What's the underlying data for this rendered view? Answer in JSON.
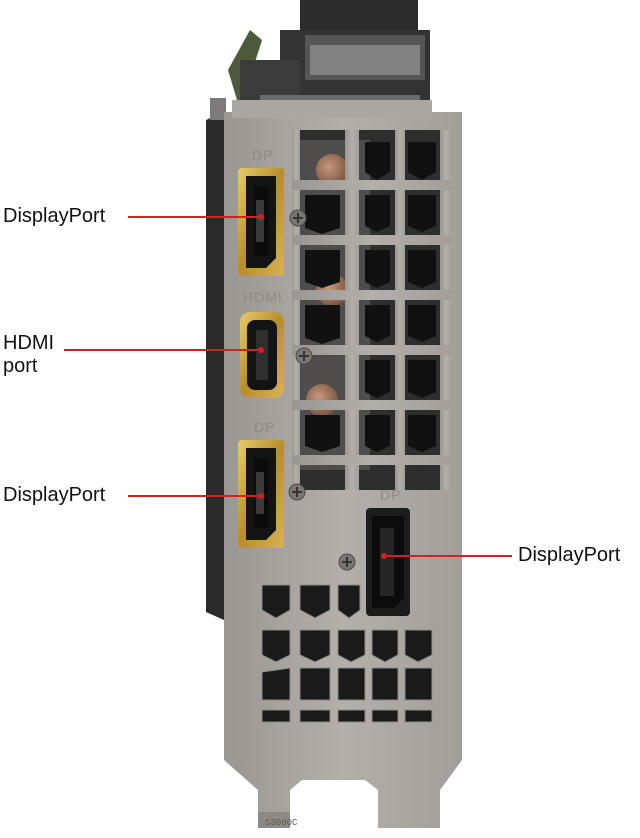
{
  "callouts": {
    "dp_top": "DisplayPort",
    "hdmi": "HDMI\nport",
    "dp_mid": "DisplayPort",
    "dp_right": "DisplayPort"
  },
  "bracket_markings": {
    "dp1": "DP",
    "hdmi": "HDMI",
    "dp2": "DP",
    "dp3": "DP"
  },
  "colors": {
    "callout_line": "#d32020",
    "bracket_steel": "#a8a4a0",
    "port_gold": "#c9a441",
    "vent_dark": "#1a1a1a"
  },
  "icons": [
    "screw-icon"
  ]
}
